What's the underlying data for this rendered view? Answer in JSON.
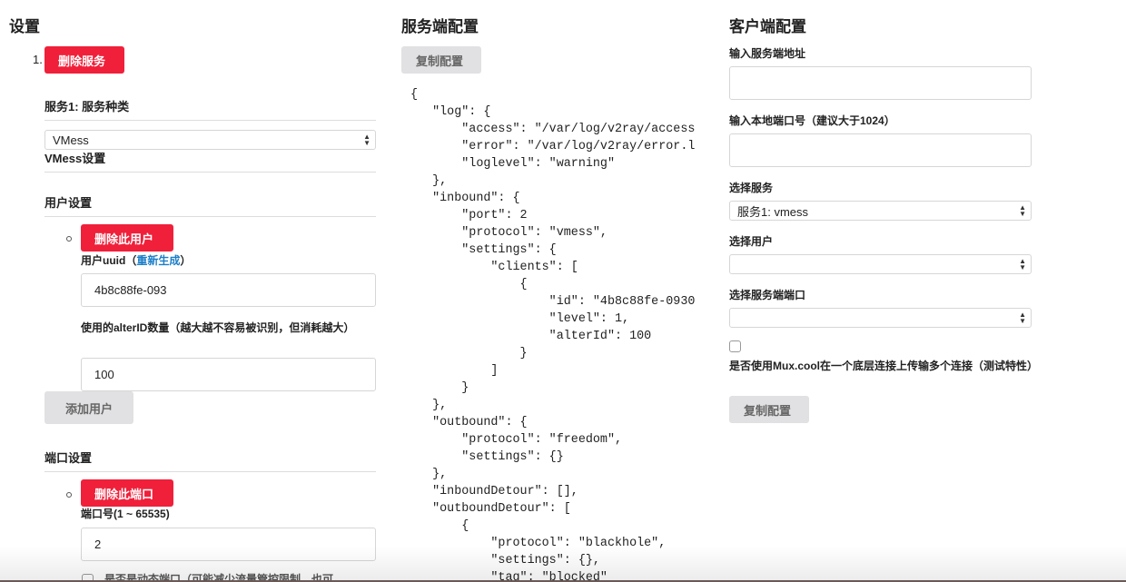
{
  "settings": {
    "title": "设置",
    "list_marker": "1.",
    "delete_service": "删除服务",
    "service_type_label": "服务1: 服务种类",
    "service_type_value": "VMess",
    "vmess_settings": "VMess设置",
    "user_settings": "用户设置",
    "delete_user": "删除此用户",
    "uuid_label": "用户uuid（",
    "regenerate": "重新生成",
    "uuid_label_end": "）",
    "uuid_value": "4b8c88fe-093",
    "alterid_label": "使用的alterID数量（越大越不容易被识别，但消耗越大）",
    "alterid_value": "100",
    "add_user": "添加用户",
    "port_settings": "端口设置",
    "delete_port": "删除此端口",
    "port_label": "端口号(1 ~ 65535)",
    "port_value": "2",
    "dynamic_port_label": "是否是动态端口（可能减少流量管控限制，也可"
  },
  "server": {
    "title": "服务端配置",
    "copy": "复制配置",
    "code": [
      "{",
      "   \"log\": {",
      "       \"access\": \"/var/log/v2ray/access",
      "       \"error\": \"/var/log/v2ray/error.l",
      "       \"loglevel\": \"warning\"",
      "   },",
      "   \"inbound\": {",
      "       \"port\": 2",
      "       \"protocol\": \"vmess\",",
      "       \"settings\": {",
      "           \"clients\": [",
      "               {",
      "                   \"id\": \"4b8c88fe-0930",
      "                   \"level\": 1,",
      "                   \"alterId\": 100",
      "               }",
      "           ]",
      "       }",
      "   },",
      "   \"outbound\": {",
      "       \"protocol\": \"freedom\",",
      "       \"settings\": {}",
      "   },",
      "   \"inboundDetour\": [],",
      "   \"outboundDetour\": [",
      "       {",
      "           \"protocol\": \"blackhole\",",
      "           \"settings\": {},",
      "           \"tag\": \"blocked\""
    ]
  },
  "client": {
    "title": "客户端配置",
    "server_addr_label": "输入服务端地址",
    "server_addr_value": "",
    "local_port_label": "输入本地端口号（建议大于1024）",
    "local_port_value": "",
    "select_service_label": "选择服务",
    "select_service_value": "服务1: vmess",
    "select_user_label": "选择用户",
    "select_user_value": "",
    "select_port_label": "选择服务端端口",
    "select_port_value": "",
    "mux_label": "是否使用Mux.cool在一个底层连接上传输多个连接（测试特性）",
    "copy": "复制配置"
  }
}
